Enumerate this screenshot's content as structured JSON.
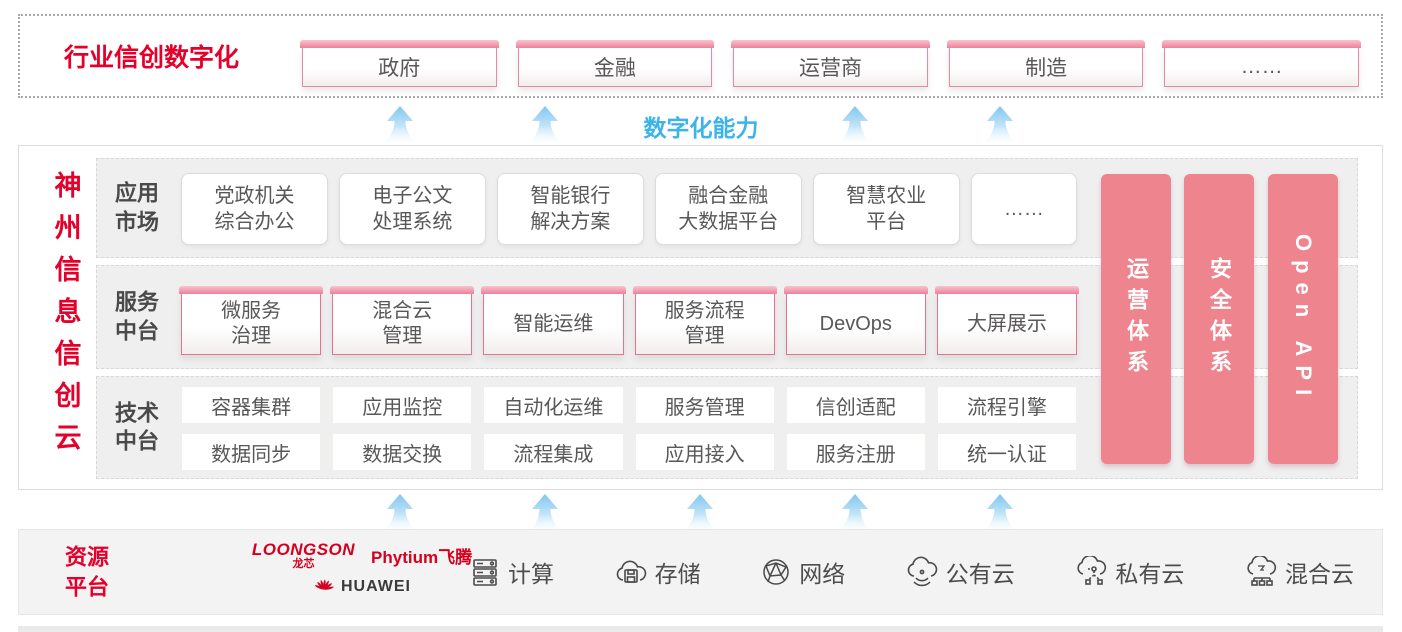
{
  "colors": {
    "brand_red": "#e4002b",
    "pillar_pink": "#ee848d",
    "capability_blue": "#3cb4ea"
  },
  "top_band": {
    "title": "行业信创数字化",
    "boxes": [
      "政府",
      "金融",
      "运营商",
      "制造",
      "……"
    ]
  },
  "capability_label": "数字化能力",
  "main": {
    "side_title": "神州信息信创云",
    "rows": [
      {
        "label": "应用市场",
        "boxes": [
          "党政机关\n综合办公",
          "电子公文\n处理系统",
          "智能银行\n解决方案",
          "融合金融\n大数据平台",
          "智慧农业\n平台",
          "……"
        ]
      },
      {
        "label": "服务中台",
        "boxes": [
          "微服务\n治理",
          "混合云\n管理",
          "智能运维",
          "服务流程\n管理",
          "DevOps",
          "大屏展示"
        ]
      },
      {
        "label": "技术中台",
        "line1": [
          "容器集群",
          "应用监控",
          "自动化运维",
          "服务管理",
          "信创适配",
          "流程引擎"
        ],
        "line2": [
          "数据同步",
          "数据交换",
          "流程集成",
          "应用接入",
          "服务注册",
          "统一认证"
        ]
      }
    ],
    "pillars": [
      "运营体系",
      "安全体系",
      "Open API"
    ]
  },
  "bottom": {
    "title": "资源\n平台",
    "logos": [
      {
        "name": "LOONGSON",
        "sub": "龙芯"
      },
      {
        "name": "Phytium飞腾"
      },
      {
        "name": "HUAWEI"
      }
    ],
    "items": [
      {
        "icon": "server-icon",
        "label": "计算"
      },
      {
        "icon": "storage-cloud-icon",
        "label": "存储"
      },
      {
        "icon": "network-globe-icon",
        "label": "网络"
      },
      {
        "icon": "public-cloud-icon",
        "label": "公有云"
      },
      {
        "icon": "private-cloud-icon",
        "label": "私有云"
      },
      {
        "icon": "hybrid-cloud-icon",
        "label": "混合云"
      }
    ]
  }
}
